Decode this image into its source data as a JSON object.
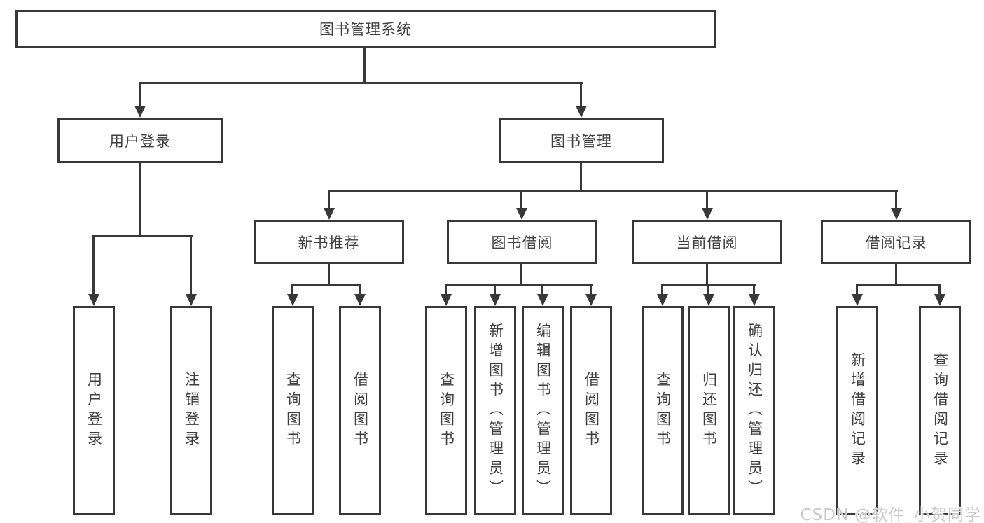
{
  "tree": {
    "root": {
      "label": "图书管理系统"
    },
    "level2": [
      {
        "label": "用户登录"
      },
      {
        "label": "图书管理"
      }
    ],
    "level3": [
      {
        "label": "新书推荐"
      },
      {
        "label": "图书借阅"
      },
      {
        "label": "当前借阅"
      },
      {
        "label": "借阅记录"
      }
    ],
    "leaves": {
      "user_login": [
        "用户登录",
        "注销登录"
      ],
      "new_books": [
        "查询图书",
        "借阅图书"
      ],
      "book_borrow": [
        "查询图书",
        "新增图书（管理员）",
        "编辑图书（管理员）",
        "借阅图书"
      ],
      "current_borrow": [
        "查询图书",
        "归还图书",
        "确认归还（管理员）"
      ],
      "borrow_records": [
        "新增借阅记录",
        "查询借阅记录"
      ]
    }
  },
  "watermark": "CSDN @软件_小贺同学",
  "colors": {
    "line": "#383838",
    "text": "#3f3f3f",
    "background": "#ffffff",
    "watermark": "#c6c6c6"
  }
}
